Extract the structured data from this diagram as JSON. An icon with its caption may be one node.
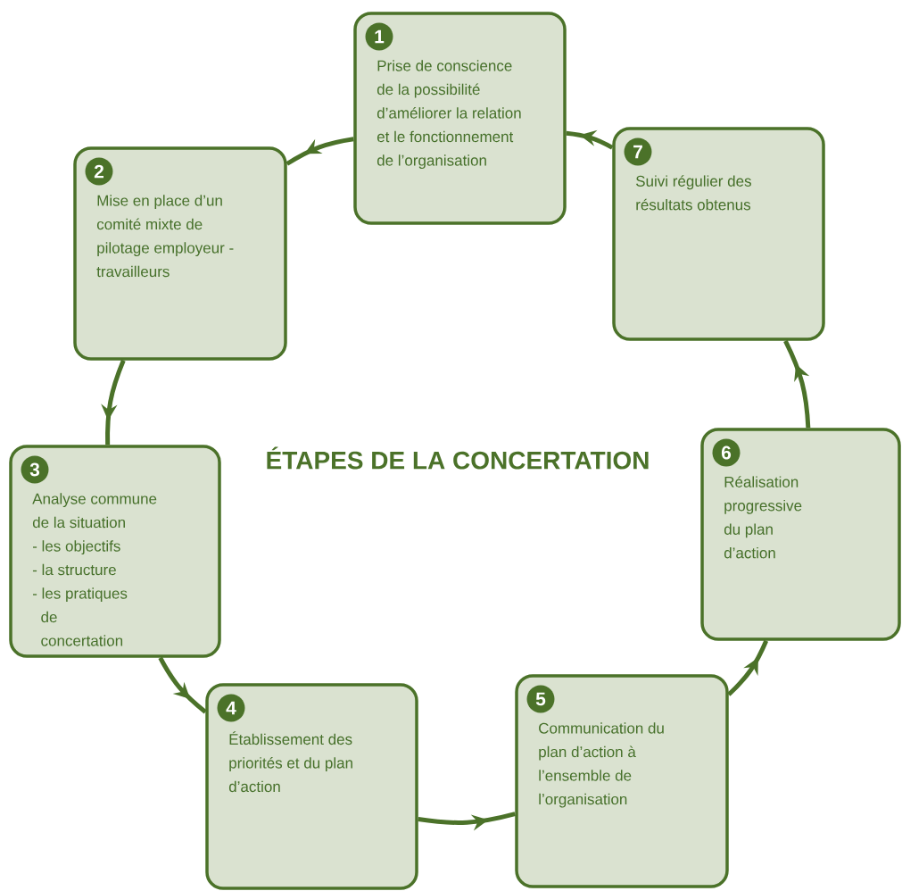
{
  "diagram": {
    "title": "ÉTAPES DE LA CONCERTATION",
    "nodes": [
      {
        "text": [
          "1",
          "Prise de conscience de la possibilité d’améliorer la relation et le fonctionnement de l’organisation"
        ]
      },
      {
        "text": [
          "2",
          "Mise en place d’un comité mixte de pilotage employeur - travailleurs"
        ]
      },
      {
        "text": [
          "3",
          "Analyse commune de la situation",
          "- les objectifs",
          "- la structure",
          "- les pratiques de concertation"
        ]
      },
      {
        "text": [
          "4",
          "Établissement des priorités et du plan d’action"
        ]
      },
      {
        "text": [
          "5",
          "Communication du plan d’action à l’ensemble de l’organisation"
        ]
      },
      {
        "text": [
          "6",
          "Réalisation progressive du plan d’action"
        ]
      },
      {
        "text": [
          "7",
          "Suivi régulier des résultats obtenus"
        ]
      }
    ],
    "edges": [
      {
        "from": 0,
        "to": 1,
        "arrow": "to"
      },
      {
        "from": 1,
        "to": 2,
        "arrow": "to"
      },
      {
        "from": 2,
        "to": 3,
        "arrow": "to"
      },
      {
        "from": 3,
        "to": 4,
        "arrow": "to"
      },
      {
        "from": 4,
        "to": 5,
        "arrow": "to"
      },
      {
        "from": 5,
        "to": 6,
        "arrow": "to"
      },
      {
        "from": 6,
        "to": 0,
        "arrow": "to"
      }
    ]
  }
}
